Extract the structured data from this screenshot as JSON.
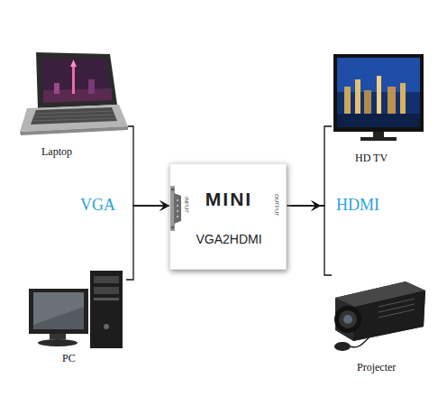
{
  "diagram": {
    "nodes": [
      {
        "text": [
          "Laptop"
        ]
      },
      {
        "text": [
          "PC"
        ]
      },
      {
        "text": [
          "MINI",
          "VGA2HDMI",
          "INPUT",
          "OUTPUT"
        ]
      },
      {
        "text": [
          "HD TV"
        ]
      },
      {
        "text": [
          "Projecter"
        ]
      }
    ],
    "edges": [
      {
        "from": 0,
        "to": 2,
        "arrow": "to"
      },
      {
        "from": 1,
        "to": 2,
        "arrow": "to"
      },
      {
        "from": 2,
        "to": 3,
        "arrow": "to"
      },
      {
        "from": 2,
        "to": 4,
        "arrow": "to"
      }
    ],
    "labels": [
      "VGA",
      "HDMI"
    ]
  }
}
